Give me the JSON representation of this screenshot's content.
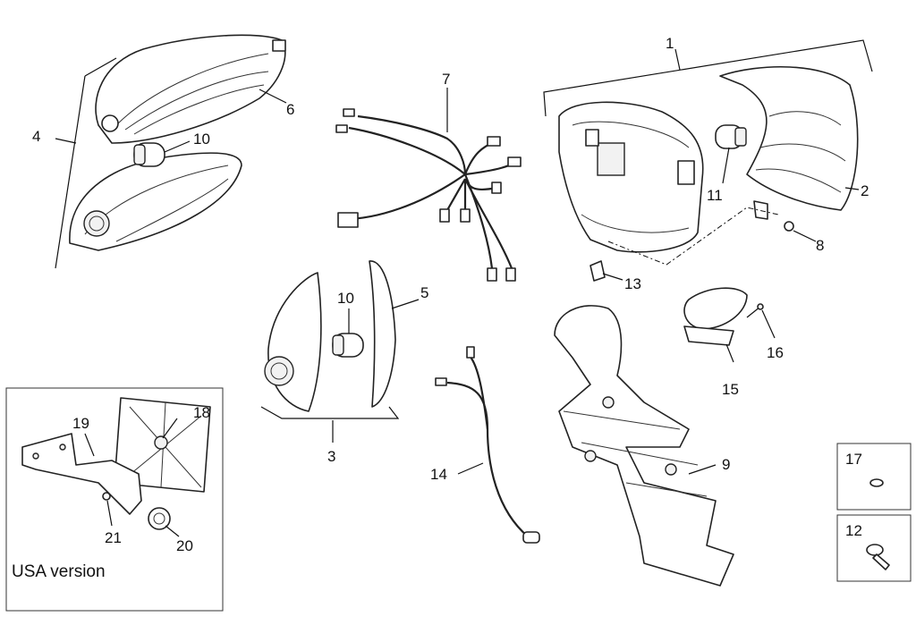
{
  "diagram": {
    "callouts": {
      "c1": "1",
      "c2": "2",
      "c3": "3",
      "c4": "4",
      "c5": "5",
      "c6": "6",
      "c7": "7",
      "c8": "8",
      "c9": "9",
      "c10a": "10",
      "c10b": "10",
      "c11": "11",
      "c12": "12",
      "c13": "13",
      "c14": "14",
      "c15": "15",
      "c16": "16",
      "c17": "17",
      "c18": "18",
      "c19": "19",
      "c20": "20",
      "c21": "21"
    },
    "usa_box_label": "USA version"
  }
}
